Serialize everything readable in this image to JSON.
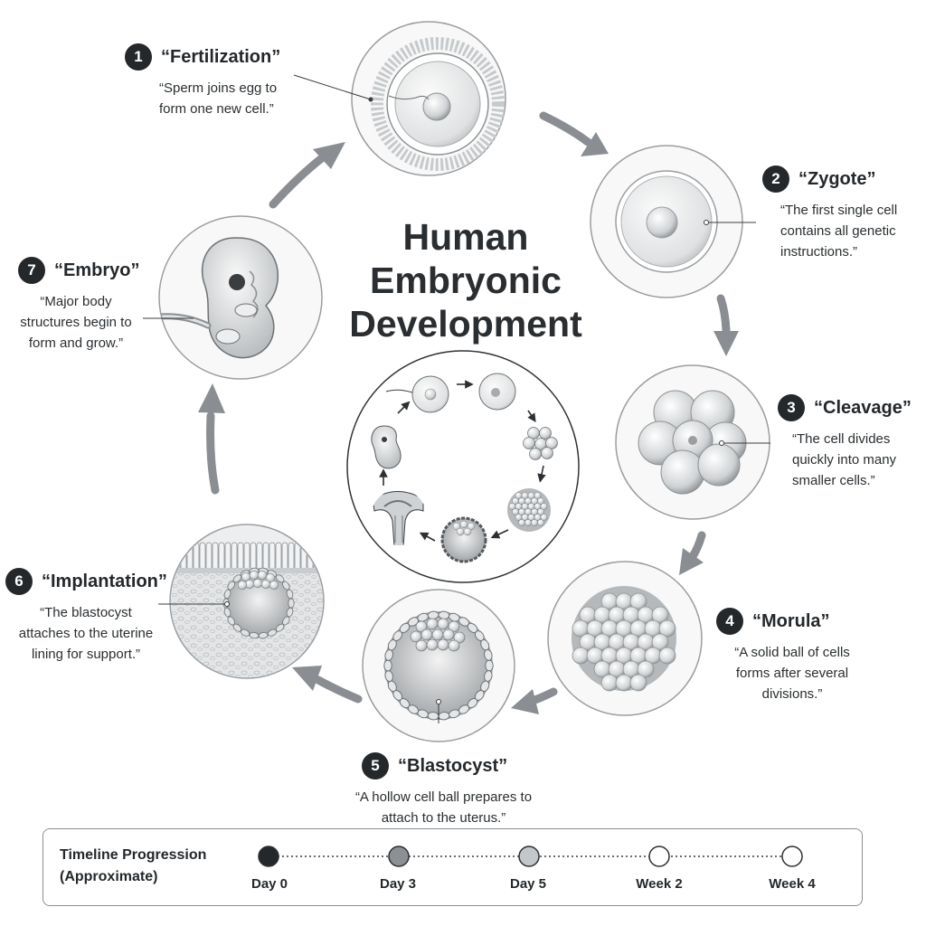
{
  "title": "Human Embryonic Development",
  "steps": [
    {
      "num": "1",
      "title": "“Fertilization”",
      "desc": "“Sperm joins egg to form one new cell.”"
    },
    {
      "num": "2",
      "title": "“Zygote”",
      "desc": "“The first single cell contains all genetic instructions.”"
    },
    {
      "num": "3",
      "title": "“Cleavage”",
      "desc": "“The cell divides quickly into many smaller cells.”"
    },
    {
      "num": "4",
      "title": "“Morula”",
      "desc": "“A solid ball of cells forms after several divisions.”"
    },
    {
      "num": "5",
      "title": "“Blastocyst”",
      "desc": "“A hollow cell ball prepares to attach to the uterus.”"
    },
    {
      "num": "6",
      "title": "“Implantation”",
      "desc": "“The blastocyst attaches to the uterine lining for support.”"
    },
    {
      "num": "7",
      "title": "“Embryo”",
      "desc": "“Major body structures begin to form and grow.”"
    }
  ],
  "timeline": {
    "title": "Timeline Progression (Approximate)",
    "points": [
      {
        "label": "Day 0",
        "color": "#24282b"
      },
      {
        "label": "Day 3",
        "color": "#8c9094"
      },
      {
        "label": "Day 5",
        "color": "#c4c7ca"
      },
      {
        "label": "Week 2",
        "color": "#ffffff"
      },
      {
        "label": "Week 4",
        "color": "#ffffff"
      }
    ]
  },
  "colors": {
    "dark": "#24282b",
    "arrow": "#8a8e92",
    "ring": "#9a9ea2"
  }
}
